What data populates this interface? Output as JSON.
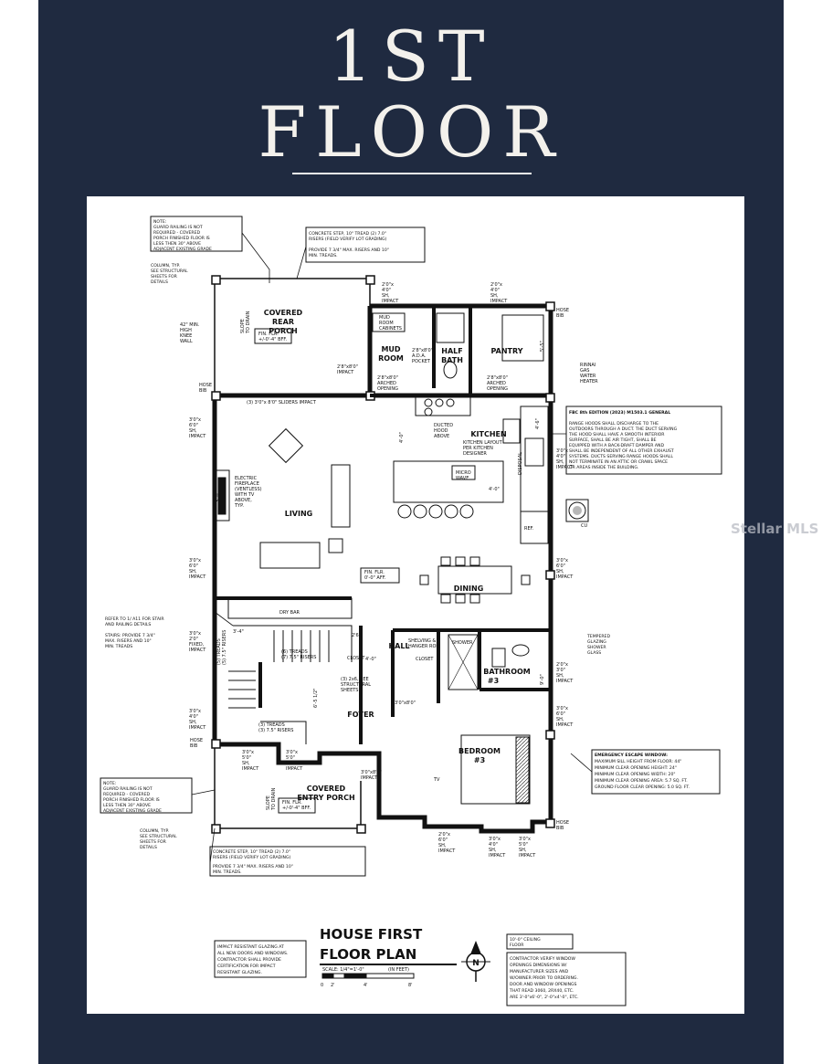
{
  "header": {
    "line1": "1ST",
    "line2": "FLOOR"
  },
  "rooms": {
    "covered_rear_porch": [
      "COVERED",
      "REAR",
      "PORCH"
    ],
    "mud_room": [
      "MUD",
      "ROOM"
    ],
    "half_bath": [
      "HALF",
      "BATH"
    ],
    "pantry": "PANTRY",
    "kitchen": "KITCHEN",
    "living": "LIVING",
    "dining": "DINING",
    "hall": "HALL",
    "foyer": "FOYER",
    "bathroom": [
      "BATHROOM",
      "#3"
    ],
    "bedroom": [
      "BEDROOM",
      "#3"
    ],
    "covered_entry_porch": [
      "COVERED",
      "ENTRY PORCH"
    ],
    "closet": "CLOSET",
    "dry_bar": "DRY BAR",
    "ref": "REF.",
    "micro_wave": [
      "MICRO",
      "WAVE"
    ]
  },
  "labels": {
    "fin_flr_top": [
      "FIN. FLR.",
      "+/-0'-4\" BFF."
    ],
    "fin_flr_mid": [
      "FIN. FLR.",
      "0'-0\" AFF."
    ],
    "fin_flr_bottom": [
      "FIN. FLR.",
      "+/-0'-4\" BFF."
    ],
    "slope": [
      "SLOPE",
      "TO DRAIN"
    ],
    "sliders": "(3) 3'0\"x 8'0\" SLIDERS IMPACT",
    "fireplace": [
      "ELECTRIC",
      "FIREPLACE",
      "(VENTLESS)",
      "WITH TV",
      "ABOVE,",
      "TYP."
    ],
    "ducted_hood": [
      "DUCTED",
      "HOOD",
      "ABOVE"
    ],
    "kitchen_layout": [
      "KITCHEN LAYOUT",
      "PER KITCHEN",
      "DESIGNER"
    ],
    "disposal": "DISPOSAL",
    "ada_pocket": [
      "2'8\"x8'0\"",
      "A.D.A.",
      "POCKET"
    ],
    "arched_1": [
      "2'8\"x8'0\"",
      "ARCHED",
      "OPENING"
    ],
    "arched_2": [
      "2'8\"x8'0\"",
      "ARCHED",
      "OPENING"
    ],
    "impact_door": [
      "2'8\"x8'0\"",
      "IMPACT"
    ],
    "mud_cabinets": [
      "MUD",
      "ROOM",
      "CABINETS"
    ],
    "shelving": [
      "SHELVING &",
      "HANGER ROD"
    ],
    "shower": "SHOWER",
    "treads_1": [
      "(5) TREADS",
      "(5) 7.5\" RISERS"
    ],
    "treads_2": [
      "(6) TREADS",
      "(7) 7.5\" RISERS"
    ],
    "treads_3": [
      "(3) TREADS",
      "(3) 7.5\" RISERS"
    ],
    "stairs_see": [
      "(3) 2x6, SEE",
      "STRUCTURAL",
      "SHEETS"
    ],
    "door_foyer": [
      "3'0\"x8'0\"",
      "IMPACT"
    ],
    "door_hall": "3'0\"x8'0\"",
    "tv": "TV",
    "cu": "CU",
    "hose_bib": [
      "HOSE",
      "BIB"
    ],
    "rinnai": [
      "RINNAI",
      "GAS",
      "WATER",
      "HEATER"
    ],
    "knee_wall": [
      "42\" MIN.",
      "HIGH",
      "KNEE",
      "WALL"
    ],
    "window_tag": [
      "2'0\"x",
      "4'0\"",
      "SH,",
      "IMPACT"
    ],
    "window_tag_b": [
      "3'0\"x",
      "6'0\"",
      "SH,",
      "IMPACT"
    ],
    "window_tag_c": [
      "3'0\"x",
      "4'0\"",
      "SH,",
      "IMPACT"
    ],
    "window_tag_d": [
      "3'0\"x",
      "5'0\"",
      "SH,",
      "IMPACT"
    ],
    "window_tag_e": [
      "2'0\"x",
      "3'0\"",
      "SH,",
      "IMPACT"
    ],
    "window_tag_f": [
      "2'0\"x",
      "6'0\"",
      "SH,",
      "IMPACT"
    ],
    "window_tag_g": [
      "3'0\"x",
      "2'0\"",
      "FIXED,",
      "IMPACT"
    ],
    "dim_3_4": "3'-4\"",
    "dim_6_5": "6'-5 1/2\"",
    "dim_4_0": "4'-0\"",
    "dim_2_6": "2'6\"",
    "dim_5_5": "5'-5\"",
    "dim_3_0": "3'-0\"",
    "dim_9_0": "9'-0\"",
    "dim_4_6": "4'-6\""
  },
  "notes": {
    "guard_top": [
      "NOTE:",
      "GUARD RAILING IS NOT",
      "REQUIRED - COVERED",
      "PORCH FINISHED FLOOR IS",
      "LESS THEN 30\" ABOVE",
      "ADJACENT EXISTING GRADE"
    ],
    "concrete_top": [
      "CONCRETE STEP, 10\" TREAD (2) 7.0\"",
      "RISERS (FIELD VERIFY LOT GRADING)",
      "",
      "PROVIDE 7 3/4\" MAX. RISERS AND 10\"",
      "MIN. TREADS."
    ],
    "column_top": [
      "COLUMN, TYP.",
      "SEE STRUCTURAL",
      "SHEETS FOR",
      "DETAILS"
    ],
    "range_hood": [
      "FBC 8th EDITION (2023) M1503.1 GENERAL",
      "",
      "RANGE HOODS SHALL DISCHARGE TO THE",
      "OUTDOORS THROUGH A DUCT. THE DUCT SERVING",
      "THE HOOD SHALL HAVE A SMOOTH INTERIOR",
      "SURFACE, SHALL BE AIR TIGHT, SHALL BE",
      "EQUIPPED WITH A BACK-DRAFT DAMPER AND",
      "SHALL BE INDEPENDENT OF ALL OTHER EXHAUST",
      "SYSTEMS. DUCTS SERVING RANGE HOODS SHALL",
      "NOT TERMINATE IN AN ATTIC OR CRAWL SPACE",
      "OR AREAS INSIDE THE BUILDING."
    ],
    "stair_refer": [
      "REFER TO 1/ A11 FOR STAIR",
      "AND RAILING DETAILS",
      "",
      "STAIRS: PROVIDE 7 3/4\"",
      "MAX. RISERS AND 10\"",
      "MIN. TREADS"
    ],
    "tempered": [
      "TEMPERED",
      "GLAZING",
      "SHOWER",
      "GLASS"
    ],
    "egress": [
      "EMERGENCY ESCAPE WINDOW:",
      "MAXIMUM SILL HEIGHT FROM FLOOR: 44\"",
      "MINIMUM CLEAR OPENING HEIGHT: 24\"",
      "MINIMUM CLEAR OPENING WIDTH: 20\"",
      "MINIMUM CLEAR OPENING AREA: 5.7 SQ. FT.",
      "GROUND FLOOR CLEAR OPENING: 5.0 SQ. FT."
    ],
    "guard_bottom": [
      "NOTE:",
      "GUARD RAILING IS NOT",
      "REQUIRED - COVERED",
      "PORCH FINISHED FLOOR IS",
      "LESS THEN 30\" ABOVE",
      "ADJACENT EXISTING GRADE"
    ],
    "column_bottom": [
      "COLUMN, TYP.",
      "SEE STRUCTURAL",
      "SHEETS FOR",
      "DETAILS"
    ],
    "concrete_bottom": [
      "CONCRETE STEP, 10\" TREAD (2) 7.0\"",
      "RISERS (FIELD VERIFY LOT GRADING)",
      "",
      "PROVIDE 7 3/4\" MAX. RISERS AND 10\"",
      "MIN. TREADS."
    ],
    "impact_glazing": [
      "IMPACT RESISTANT GLAZING AT",
      "ALL NEW DOORS AND WINDOWS.",
      "CONTRACTOR SHALL PROVIDE",
      "CERTIFICATION FOR IMPACT",
      "RESISTANT GLAZING."
    ],
    "ceiling": [
      "10'-0\" CEILING",
      "FLOOR"
    ],
    "verify": [
      "CONTRACTOR VERIFY WINDOW",
      "OPENINGS DIMENSIONS W/",
      "MANUFACTURER SIZES AND",
      "W/OWNER PRIOR TO ORDERING.",
      "DOOR AND WINDOW OPENINGS",
      "THAT READ 3060, 2RX40, ETC.",
      "ARE 3'-0\"x6'-0\", 2'-0\"x4'-0\", ETC."
    ]
  },
  "title_block": {
    "line1": "HOUSE FIRST",
    "line2": "FLOOR PLAN",
    "scale": "SCALE: 1/4\"=1'-0\"",
    "unit": "(IN FEET)",
    "ticks": [
      "0",
      "2'",
      "4'",
      "8'"
    ],
    "north": "N"
  },
  "watermark": "Stellar MLS",
  "colors": {
    "navy": "#1f2a40",
    "ink": "#111111",
    "paper": "#ffffff",
    "title": "#f3f1ec"
  }
}
